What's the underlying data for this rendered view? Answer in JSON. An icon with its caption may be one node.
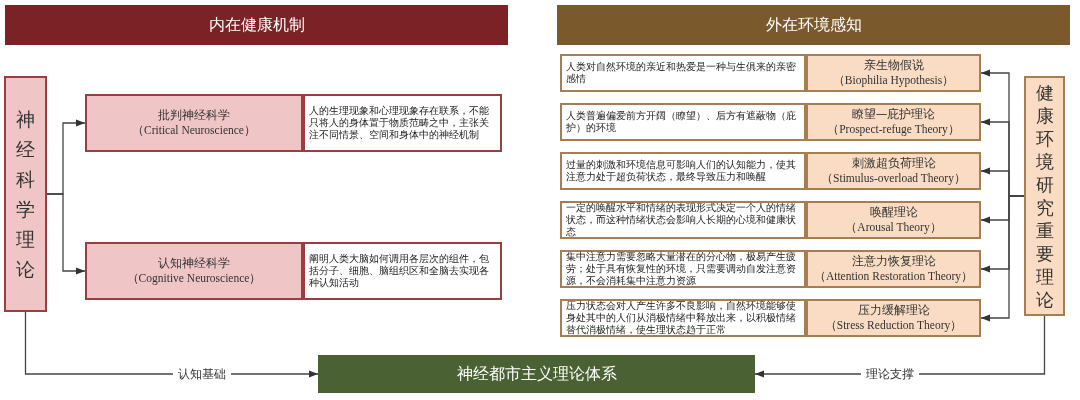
{
  "diagram": {
    "nodes": [
      {
        "text": [
          "内在健康机制"
        ]
      },
      {
        "text": [
          "外在环境感知"
        ]
      },
      {
        "text": [
          "神经科学理论"
        ]
      },
      {
        "text": [
          "批判神经科学",
          "（Critical Neuroscience）"
        ]
      },
      {
        "text": [
          "人的生理现象和心理现象存在联系，不能只将人的身体置于物质范畴之中，主张关注不同情景、空间和身体中的神经机制"
        ]
      },
      {
        "text": [
          "认知神经科学",
          "（Cognitive Neuroscience）"
        ]
      },
      {
        "text": [
          "阐明人类大脑如何调用各层次的组件，包括分子、细胞、脑组织区和全脑去实现各种认知活动"
        ]
      },
      {
        "text": [
          "健康环境研究重要理论"
        ]
      },
      {
        "text": [
          "人类对自然环境的亲近和热爱是一种与生俱来的亲密感情"
        ]
      },
      {
        "text": [
          "亲生物假说",
          "（Biophilia Hypothesis）"
        ]
      },
      {
        "text": [
          "人类普遍偏爱前方开阔（瞭望）、后方有遮蔽物（庇护）的环境"
        ]
      },
      {
        "text": [
          "瞭望—庇护理论",
          "（Prospect-refuge Theory）"
        ]
      },
      {
        "text": [
          "过量的刺激和环境信息可影响人们的认知能力，使其注意力处于超负荷状态，最终导致压力和唤醒"
        ]
      },
      {
        "text": [
          "刺激超负荷理论",
          "（Stimulus-overload Theory）"
        ]
      },
      {
        "text": [
          "一定的唤醒水平和情绪的表现形式决定一个人的情绪状态，而这种情绪状态会影响人长期的心境和健康状态"
        ]
      },
      {
        "text": [
          "唤醒理论",
          "（Arousal Theory）"
        ]
      },
      {
        "text": [
          "集中注意力需要忽略大量潜在的分心物，极易产生疲劳；处于具有恢复性的环境，只需要调动自发注意资源，不会消耗集中注意力资源"
        ]
      },
      {
        "text": [
          "注意力恢复理论",
          "（Attention Restoration Theory）"
        ]
      },
      {
        "text": [
          "压力状态会对人产生许多不良影响，自然环境能够使身处其中的人们从消极情绪中释放出来，以积极情绪替代消极情绪，使生理状态趋于正常"
        ]
      },
      {
        "text": [
          "压力缓解理论",
          "（Stress Reduction Theory）"
        ]
      },
      {
        "text": [
          "神经都市主义理论体系"
        ]
      }
    ],
    "edges": [
      {
        "from": 2,
        "to": 3,
        "arrow": "to"
      },
      {
        "from": 2,
        "to": 5,
        "arrow": "to"
      },
      {
        "from": 7,
        "to": 9,
        "arrow": "to"
      },
      {
        "from": 7,
        "to": 11,
        "arrow": "to"
      },
      {
        "from": 7,
        "to": 13,
        "arrow": "to"
      },
      {
        "from": 7,
        "to": 15,
        "arrow": "to"
      },
      {
        "from": 7,
        "to": 17,
        "arrow": "to"
      },
      {
        "from": 7,
        "to": 19,
        "arrow": "to"
      },
      {
        "from": 2,
        "to": 20,
        "arrow": "to",
        "label": "认知基础"
      },
      {
        "from": 7,
        "to": 20,
        "arrow": "to",
        "label": "理论支撑"
      }
    ]
  }
}
